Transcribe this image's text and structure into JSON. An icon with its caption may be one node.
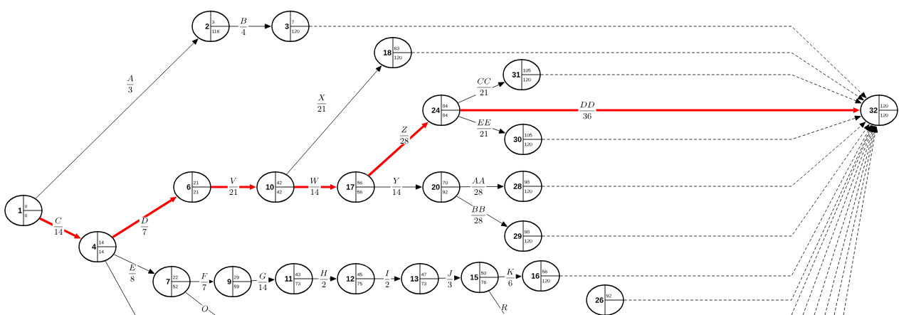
{
  "diagram": {
    "nodes": [
      {
        "text": [
          "1",
          "0",
          "0"
        ]
      },
      {
        "text": [
          "2",
          "3",
          "116"
        ]
      },
      {
        "text": [
          "3",
          "7",
          "120"
        ]
      },
      {
        "text": [
          "18",
          "63",
          "120"
        ]
      },
      {
        "text": [
          "31",
          "105",
          "120"
        ]
      },
      {
        "text": [
          "24",
          "84",
          "84"
        ]
      },
      {
        "text": [
          "32",
          "120",
          "120"
        ]
      },
      {
        "text": [
          "30",
          "105",
          "120"
        ]
      },
      {
        "text": [
          "6",
          "21",
          "21"
        ]
      },
      {
        "text": [
          "10",
          "42",
          "42"
        ]
      },
      {
        "text": [
          "17",
          "56",
          "56"
        ]
      },
      {
        "text": [
          "20",
          "70",
          "92"
        ]
      },
      {
        "text": [
          "28",
          "98",
          "120"
        ]
      },
      {
        "text": [
          "29",
          "98",
          "120"
        ]
      },
      {
        "text": [
          "4",
          "14",
          "14"
        ]
      },
      {
        "text": [
          "7",
          "22",
          "52"
        ]
      },
      {
        "text": [
          "9",
          "29",
          "59"
        ]
      },
      {
        "text": [
          "11",
          "43",
          "73"
        ]
      },
      {
        "text": [
          "12",
          "45",
          "75"
        ]
      },
      {
        "text": [
          "13",
          "47",
          "73"
        ]
      },
      {
        "text": [
          "15",
          "50",
          "76"
        ]
      },
      {
        "text": [
          "16",
          "56",
          "120"
        ]
      },
      {
        "text": [
          "26",
          "92"
        ]
      }
    ],
    "edges": [
      {
        "from": 0,
        "to": 1,
        "arrow": "to",
        "label": "\\frac{A}{3}"
      },
      {
        "from": 1,
        "to": 2,
        "arrow": "to",
        "label": "\\frac{B}{4}"
      },
      {
        "from": 0,
        "to": 14,
        "arrow": "to",
        "label": "\\frac{C}{14}",
        "style": "thick",
        "color": "#ff0000"
      },
      {
        "from": 14,
        "to": 8,
        "arrow": "to",
        "label": "\\frac{D}{7}",
        "style": "thick",
        "color": "#ff0000"
      },
      {
        "from": 14,
        "to": 15,
        "arrow": "to",
        "label": "\\frac{E}{8}"
      },
      {
        "from": 8,
        "to": 9,
        "arrow": "to",
        "label": "\\frac{V}{21}",
        "style": "thick",
        "color": "#ff0000"
      },
      {
        "from": 9,
        "to": 10,
        "arrow": "to",
        "label": "\\frac{W}{14}",
        "style": "thick",
        "color": "#ff0000"
      },
      {
        "from": 9,
        "to": 3,
        "arrow": "to",
        "label": "\\frac{X}{21}"
      },
      {
        "from": 10,
        "to": 5,
        "arrow": "to",
        "label": "\\frac{Z}{28}",
        "style": "thick",
        "color": "#ff0000"
      },
      {
        "from": 10,
        "to": 11,
        "arrow": "to",
        "label": "\\frac{Y}{14}"
      },
      {
        "from": 5,
        "to": 4,
        "arrow": "to",
        "label": "\\frac{CC}{21}"
      },
      {
        "from": 5,
        "to": 6,
        "arrow": "to",
        "label": "\\frac{DD}{36}",
        "style": "thick",
        "color": "#ff0000"
      },
      {
        "from": 5,
        "to": 7,
        "arrow": "to",
        "label": "\\frac{EE}{21}"
      },
      {
        "from": 11,
        "to": 12,
        "arrow": "to",
        "label": "\\frac{AA}{28}"
      },
      {
        "from": 11,
        "to": 13,
        "arrow": "to",
        "label": "\\frac{BB}{28}"
      },
      {
        "from": 15,
        "to": 16,
        "arrow": "to",
        "label": "\\frac{F}{7}"
      },
      {
        "from": 16,
        "to": 17,
        "arrow": "to",
        "label": "\\frac{G}{14}"
      },
      {
        "from": 17,
        "to": 18,
        "arrow": "to",
        "label": "\\frac{H}{2}"
      },
      {
        "from": 18,
        "to": 19,
        "arrow": "to",
        "label": "\\frac{I}{2}"
      },
      {
        "from": 19,
        "to": 20,
        "arrow": "to",
        "label": "\\frac{J}{3}"
      },
      {
        "from": 20,
        "to": 21,
        "arrow": "to",
        "label": "\\frac{K}{6}"
      },
      {
        "from": 14,
        "to": null,
        "arrow": "none"
      },
      {
        "from": 15,
        "to": null,
        "arrow": "none",
        "label": "O"
      },
      {
        "from": 20,
        "to": null,
        "arrow": "none",
        "label": "R"
      },
      {
        "from": 2,
        "to": 6,
        "arrow": "to",
        "style": "dashed"
      },
      {
        "from": 3,
        "to": 6,
        "arrow": "to",
        "style": "dashed"
      },
      {
        "from": 4,
        "to": 6,
        "arrow": "to",
        "style": "dashed"
      },
      {
        "from": 7,
        "to": 6,
        "arrow": "to",
        "style": "dashed"
      },
      {
        "from": 12,
        "to": 6,
        "arrow": "to",
        "style": "dashed"
      },
      {
        "from": 13,
        "to": 6,
        "arrow": "to",
        "style": "dashed"
      },
      {
        "from": 21,
        "to": 6,
        "arrow": "to",
        "style": "dashed"
      },
      {
        "from": 22,
        "to": 6,
        "arrow": "to",
        "style": "dashed"
      },
      {
        "from": null,
        "to": 6,
        "arrow": "to",
        "style": "dashed"
      },
      {
        "from": null,
        "to": 6,
        "arrow": "to",
        "style": "dashed"
      },
      {
        "from": null,
        "to": 6,
        "arrow": "to",
        "style": "dashed"
      },
      {
        "from": null,
        "to": 6,
        "arrow": "to",
        "style": "dashed"
      },
      {
        "from": null,
        "to": 6,
        "arrow": "to",
        "style": "dashed"
      },
      {
        "from": null,
        "to": 6,
        "arrow": "to",
        "style": "dashed"
      }
    ]
  }
}
